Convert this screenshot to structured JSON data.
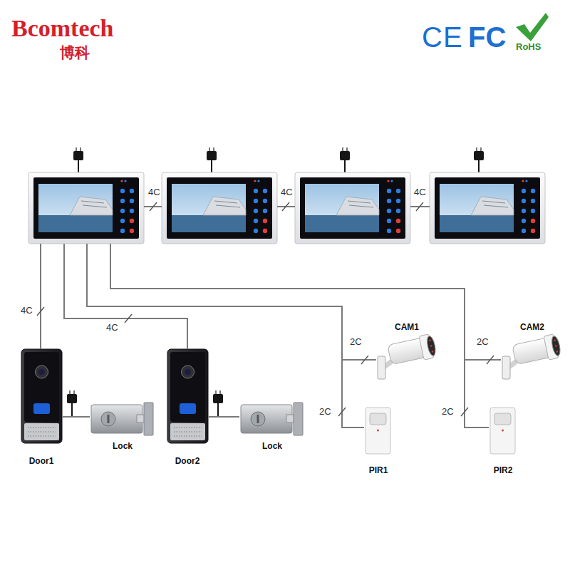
{
  "diagram": {
    "nodes": [
      {
        "text": []
      },
      {
        "text": []
      },
      {
        "text": []
      },
      {
        "text": []
      },
      {
        "text": [
          "Door1"
        ]
      },
      {
        "text": [
          "Lock"
        ]
      },
      {
        "text": [
          "Door2"
        ]
      },
      {
        "text": [
          "Lock"
        ]
      },
      {
        "text": [
          "CAM1"
        ]
      },
      {
        "text": [
          "PIR1"
        ]
      },
      {
        "text": [
          "CAM2"
        ]
      },
      {
        "text": [
          "PIR2"
        ]
      }
    ],
    "edges": [
      {
        "from": 0,
        "to": 1,
        "label": "4C",
        "arrow": "none"
      },
      {
        "from": 1,
        "to": 2,
        "label": "4C",
        "arrow": "none"
      },
      {
        "from": 2,
        "to": 3,
        "label": "4C",
        "arrow": "none"
      },
      {
        "from": 0,
        "to": 4,
        "label": "4C",
        "arrow": "none"
      },
      {
        "from": 0,
        "to": 6,
        "label": "4C",
        "arrow": "none"
      },
      {
        "from": 0,
        "to": 8,
        "label": "2C",
        "arrow": "none"
      },
      {
        "from": 0,
        "to": 9,
        "label": "2C",
        "arrow": "none"
      },
      {
        "from": 0,
        "to": 10,
        "label": "2C",
        "arrow": "none"
      },
      {
        "from": 0,
        "to": 11,
        "label": "2C",
        "arrow": "none"
      },
      {
        "from": 4,
        "to": 5,
        "arrow": "none"
      },
      {
        "from": 6,
        "to": 7,
        "arrow": "none"
      }
    ],
    "labels": [
      "Bcomtech",
      "博科",
      "CE",
      "FC",
      "RoHS"
    ]
  }
}
